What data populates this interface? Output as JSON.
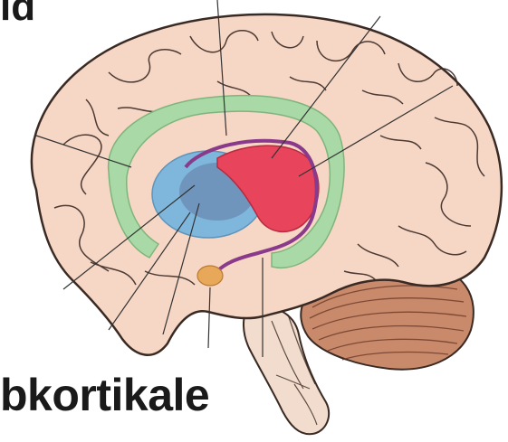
{
  "labels": {
    "title_fragment": "ld",
    "caption": "bkortikale"
  },
  "colors": {
    "cortex": "#f6d6c4",
    "cortex_outline": "#3a2a24",
    "cingulate_green": "#a9d9a6",
    "thalamus_blue": "#7fb7dc",
    "thalamus_core": "#6f91b8",
    "striatum_red": "#e8445c",
    "fornix_purple": "#8a3a8a",
    "mammillary_orange": "#e8a85a",
    "cerebellum": "#c98a6c",
    "brainstem": "#f2dccd",
    "leader_line": "#333333"
  },
  "icons": [
    "brain-illustration"
  ]
}
